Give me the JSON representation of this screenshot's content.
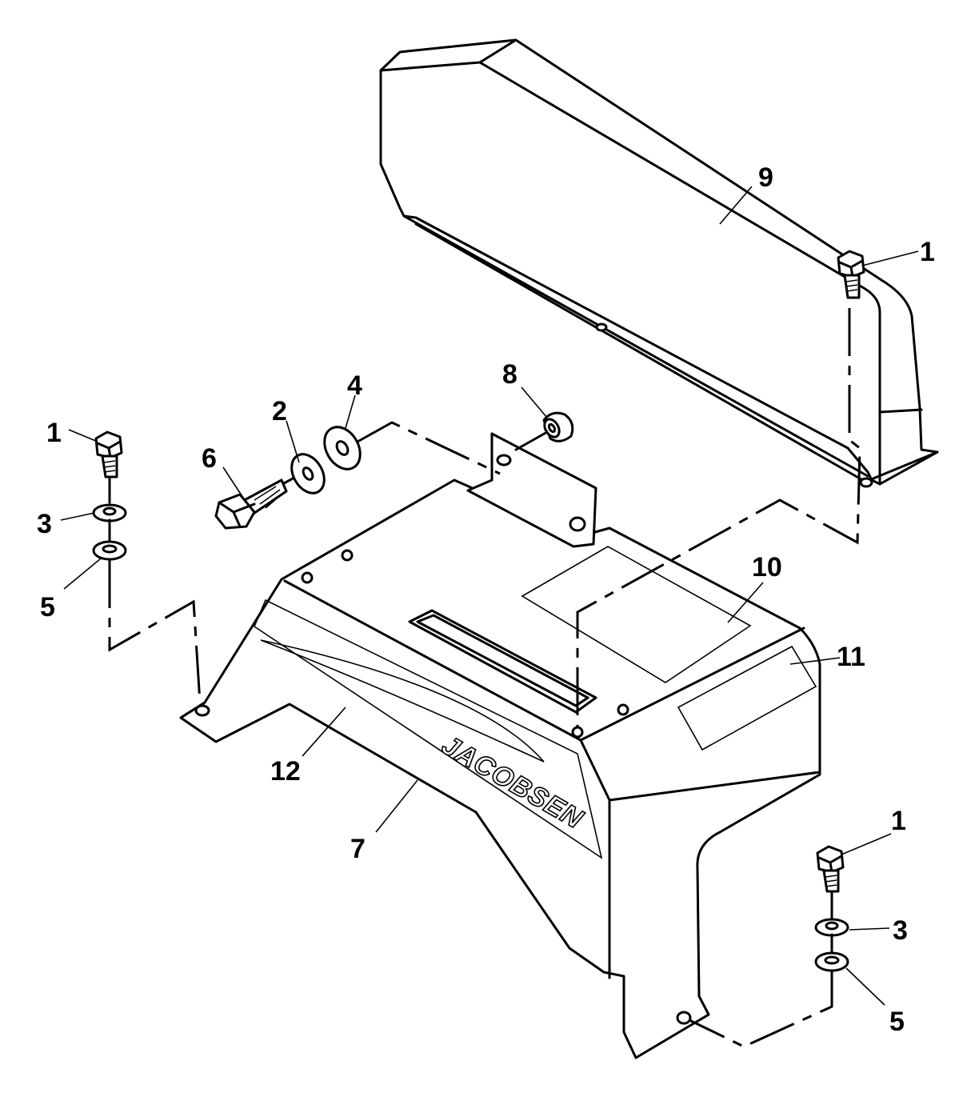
{
  "diagram": {
    "brand_text": "JACOBSEN",
    "callouts": [
      "1",
      "2",
      "3",
      "4",
      "5",
      "6",
      "7",
      "8",
      "9",
      "10",
      "11",
      "12"
    ]
  }
}
